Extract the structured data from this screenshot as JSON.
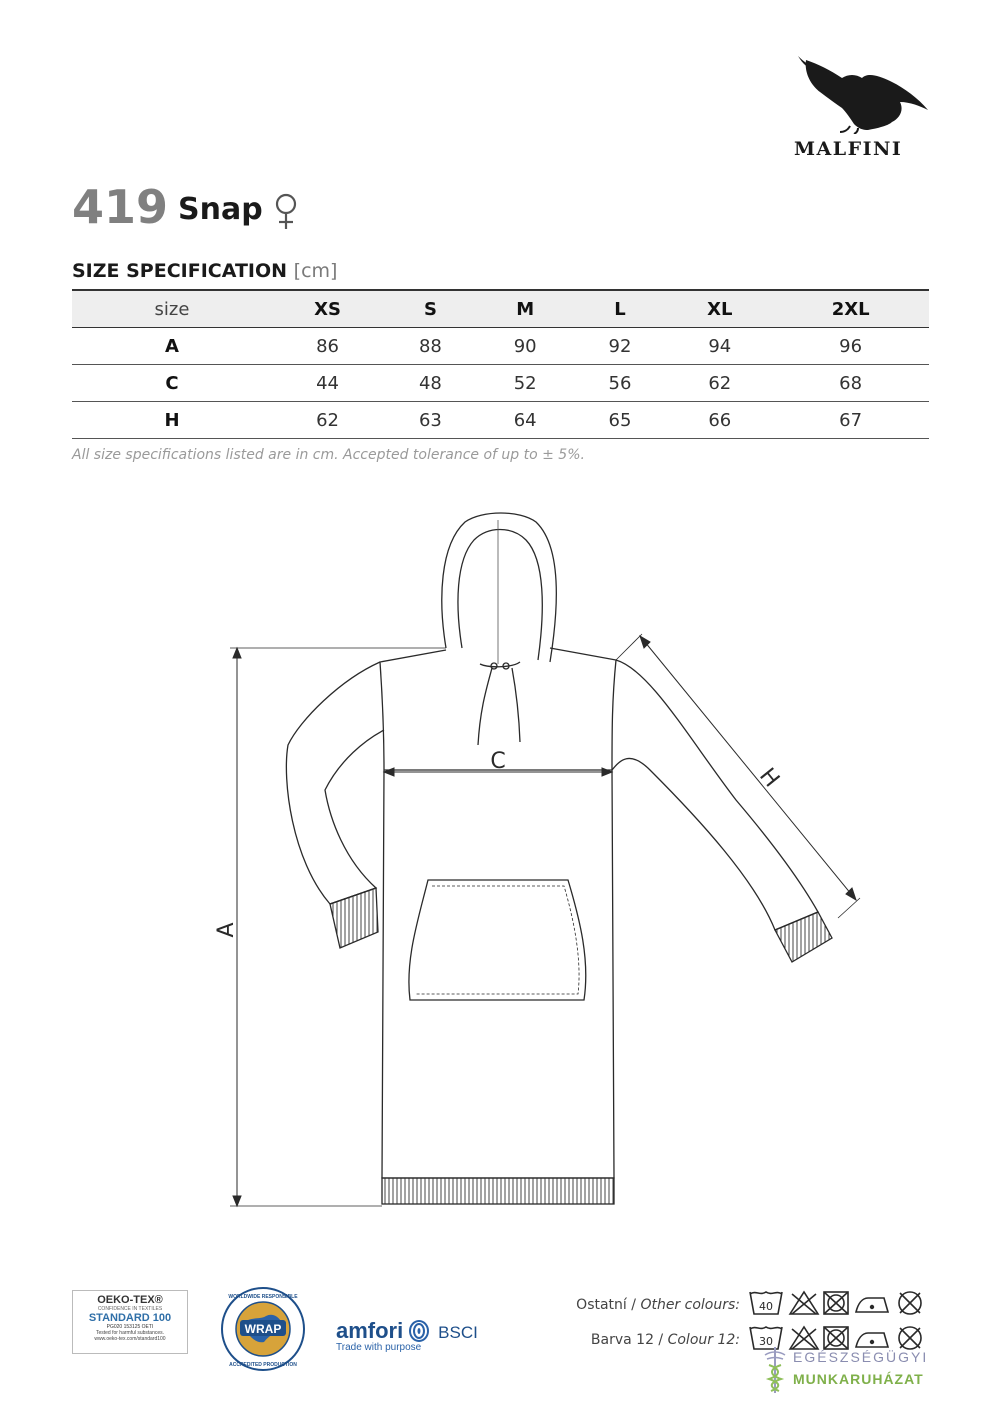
{
  "brand": {
    "name": "MALFINI"
  },
  "product": {
    "code": "419",
    "name": "Snap"
  },
  "spec": {
    "title": "SIZE SPECIFICATION",
    "unit": "[cm]",
    "header": [
      "size",
      "XS",
      "S",
      "M",
      "L",
      "XL",
      "2XL"
    ],
    "rows": [
      {
        "label": "A",
        "values": [
          "86",
          "88",
          "90",
          "92",
          "94",
          "96"
        ]
      },
      {
        "label": "C",
        "values": [
          "44",
          "48",
          "52",
          "56",
          "62",
          "68"
        ]
      },
      {
        "label": "H",
        "values": [
          "62",
          "63",
          "64",
          "65",
          "66",
          "67"
        ]
      }
    ],
    "tolerance": "All size specifications listed are in cm. Accepted tolerance of up to ± 5%."
  },
  "diagram": {
    "label_a": "A",
    "label_c": "C",
    "label_h": "H"
  },
  "certifications": {
    "oeko": {
      "brand": "OEKO-TEX®",
      "subtitle": "CONFIDENCE IN TEXTILES",
      "standard": "STANDARD 100",
      "number": "PG020 153125 OETI",
      "tested": "Tested for harmful substances.",
      "url": "www.oeko-tex.com/standard100"
    },
    "wrap": {
      "top": "WORLDWIDE RESPONSIBLE",
      "center": "WRAP",
      "bottom": "ACCREDITED PRODUCTION"
    },
    "amfori": {
      "word": "amfori",
      "bsci": "BSCI",
      "tagline": "Trade with purpose"
    }
  },
  "care": {
    "other": {
      "label_cz": "Ostatní / ",
      "label_en": "Other colours:",
      "wash_temp": "40"
    },
    "colour12": {
      "label_cz": "Barva 12 / ",
      "label_en": "Colour 12:",
      "wash_temp": "30"
    }
  },
  "badge": {
    "line1": "EGÉSZSÉGÜGYI",
    "line2": "MUNKARUHÁZAT"
  }
}
